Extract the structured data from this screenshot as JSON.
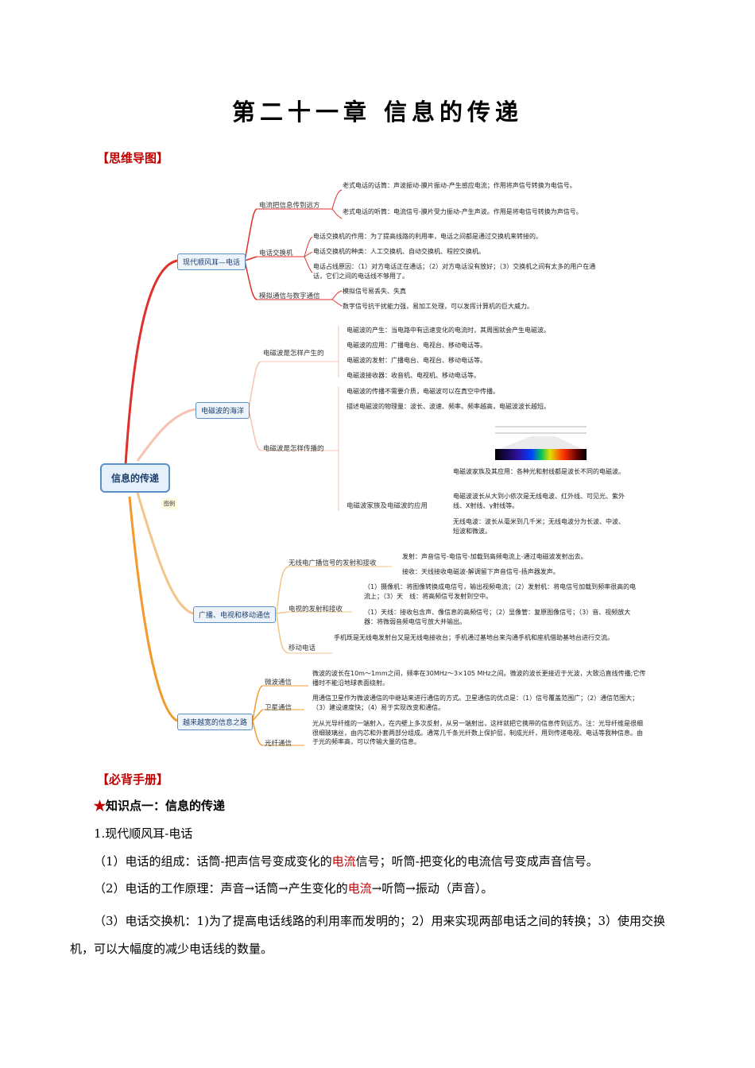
{
  "title": "第二十一章  信息的传递",
  "sections": {
    "mindmap_label": "【思维导图】",
    "handbook_label": "【必背手册】"
  },
  "mindmap": {
    "root": "信息的传递",
    "legend": "图例",
    "branches": [
      {
        "label": "现代顺风耳—电话",
        "subs": [
          {
            "label": "电流把信息传到远方",
            "leaves": [
              "老式电话的话筒：声波振动-膜片振动-产生感应电流；作用将声信号转换为电信号。",
              "老式电话的听筒：电流信号-膜片受力振动-产生声波。作用是将电信号转换为声信号。"
            ]
          },
          {
            "label": "电话交换机",
            "leaves": [
              "电话交换机的作用：为了提高线路的利用率，电话之间都是通过交换机来转接的。",
              "电话交换机的种类：人工交换机、自动交换机、程控交换机。",
              "电话占线原因：（1）对方电话正在通话；（2）对方电话没有放好；（3）交换机之间有太多的用户在通话，它们之间的电话线不够用了。"
            ]
          },
          {
            "label": "模拟通信与数字通信",
            "leaves": [
              "模拟信号易丢失、失真",
              "数字信号抗干扰能力强，易加工处理，可以发挥计算机的巨大威力。"
            ]
          }
        ]
      },
      {
        "label": "电磁波的海洋",
        "subs": [
          {
            "label": "电磁波是怎样产生的",
            "leaves": [
              "电磁波的产生：当电路中有迅速变化的电流时，其周围就会产生电磁波。",
              "电磁波的应用：广播电台、电视台、移动电话等。",
              "电磁波的发射：广播电台、电视台、移动电话等。",
              "电磁波接收器：收音机、电视机、移动电话等。"
            ]
          },
          {
            "label": "电磁波是怎样传播的",
            "leaves": [
              "电磁波的传播不需要介质，电磁波可以在真空中传播。",
              "描述电磁波的物理量：波长、波速、频率。频率越高，电磁波波长越短。"
            ]
          },
          {
            "label": "电磁波家族及电磁波的应用",
            "leaves": [
              "电磁波家族及其应用：各种光和射线都是波长不同的电磁波。",
              "电磁波波长从大到小依次是无线电波、红外线、可见光、紫外线、X射线、γ射线等。",
              "无线电波：波长从毫米到几千米；无线电波分为长波、中波、短波和微波。"
            ]
          }
        ]
      },
      {
        "label": "广播、电视和移动通信",
        "subs": [
          {
            "label": "无线电广播信号的发射和接收",
            "leaves": [
              "发射：声音信号-电信号-加载到高频电流上-通过电磁波发射出去。",
              "接收：天线接收电磁波-解调留下声音信号-扬声器发声。"
            ]
          },
          {
            "label": "电视的发射和接收",
            "leaves": [
              "（1）摄像机：将图像转换成电信号，输出视频电流；（2）发射机：将电信号加载到频率很高的电流上；（3）天　线：将高频信号发射到空中。",
              "（1）天线：接收包含声、像信息的高频信号；（2）显像管：复原图像信号；（3）音、视频放大器：将微弱音频电信号放大并输出。"
            ]
          },
          {
            "label": "移动电话",
            "leaves": [
              "手机既是无线电发射台又是无线电接收台；手机通过基地台来沟通手机和座机借助基地台进行交流。"
            ]
          }
        ]
      },
      {
        "label": "越来越宽的信息之路",
        "subs": [
          {
            "label": "微波通信",
            "leaves": [
              "微波的波长在10m～1mm之间，频率在30MHz～3×105 MHz之间。微波的波长更接近于光波，大致沿直线传播;它传播时不能沿地球表面绕射。"
            ]
          },
          {
            "label": "卫星通信",
            "leaves": [
              "用通信卫星作为微波通信的中继站来进行通信的方式。卫星通信的优点是：（1）信号覆盖范围广；（2）通信范围大；（3）建设速度快；（4）易于实现改变和通信。"
            ]
          },
          {
            "label": "光纤通信",
            "leaves": [
              "光从光导纤维的一端射入，在内壁上多次反射，从另一端射出，这样就把它携带的信息传到远方。注：光导纤维是很细很细玻璃丝，由内芯和外套两部分组成。通常几千条光纤数上保护层，制成光纤，用到传递电视、电话等我种信息。由于光的频率高，可以传输大量的信息。"
            ]
          }
        ]
      }
    ]
  },
  "knowledge": {
    "point_title": "知识点一：信息的传递",
    "star": "★",
    "heading1": "1.现代顺风耳-电话",
    "p1_a": "（1）电话的组成：话筒-把声信号变成变化的",
    "p1_red": "电流",
    "p1_b": "信号；听筒-把变化的电流信号变成声音信号。",
    "p2_a": "（2）电话的工作原理：声音→话筒→产生变化的",
    "p2_red": "电流",
    "p2_b": "→听筒→振动（声音）。",
    "p3": "（3）电话交换机：1)为了提高电话线路的利用率而发明的；2）用来实现两部电话之间的转换；3）使用交换机，可以大幅度的减少电话线的数量。"
  },
  "colors": {
    "red": "#c00000",
    "node_border": "#5b8fc7",
    "branch_colors": [
      "#e0302b",
      "#f2a38a",
      "#f29a2e",
      "#f07a3a"
    ]
  }
}
